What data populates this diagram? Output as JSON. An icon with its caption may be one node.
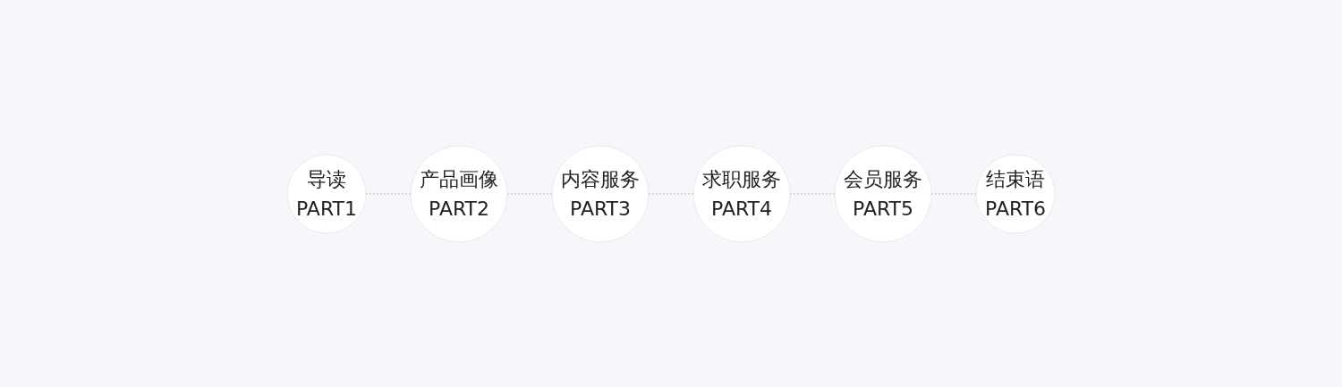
{
  "diagram": {
    "nodes": [
      {
        "text": [
          "导读",
          "PART1"
        ]
      },
      {
        "text": [
          "产品画像",
          "PART2"
        ]
      },
      {
        "text": [
          "内容服务",
          "PART3"
        ]
      },
      {
        "text": [
          "求职服务",
          "PART4"
        ]
      },
      {
        "text": [
          "会员服务",
          "PART5"
        ]
      },
      {
        "text": [
          "结束语",
          "PART6"
        ]
      }
    ],
    "edges": [
      {
        "from": 0,
        "to": 1,
        "arrow": "none",
        "style": "dashed"
      },
      {
        "from": 1,
        "to": 2,
        "arrow": "none",
        "style": "dashed"
      },
      {
        "from": 2,
        "to": 3,
        "arrow": "none",
        "style": "dashed"
      },
      {
        "from": 3,
        "to": 4,
        "arrow": "none",
        "style": "dashed"
      },
      {
        "from": 4,
        "to": 5,
        "arrow": "none",
        "style": "dashed"
      }
    ]
  }
}
